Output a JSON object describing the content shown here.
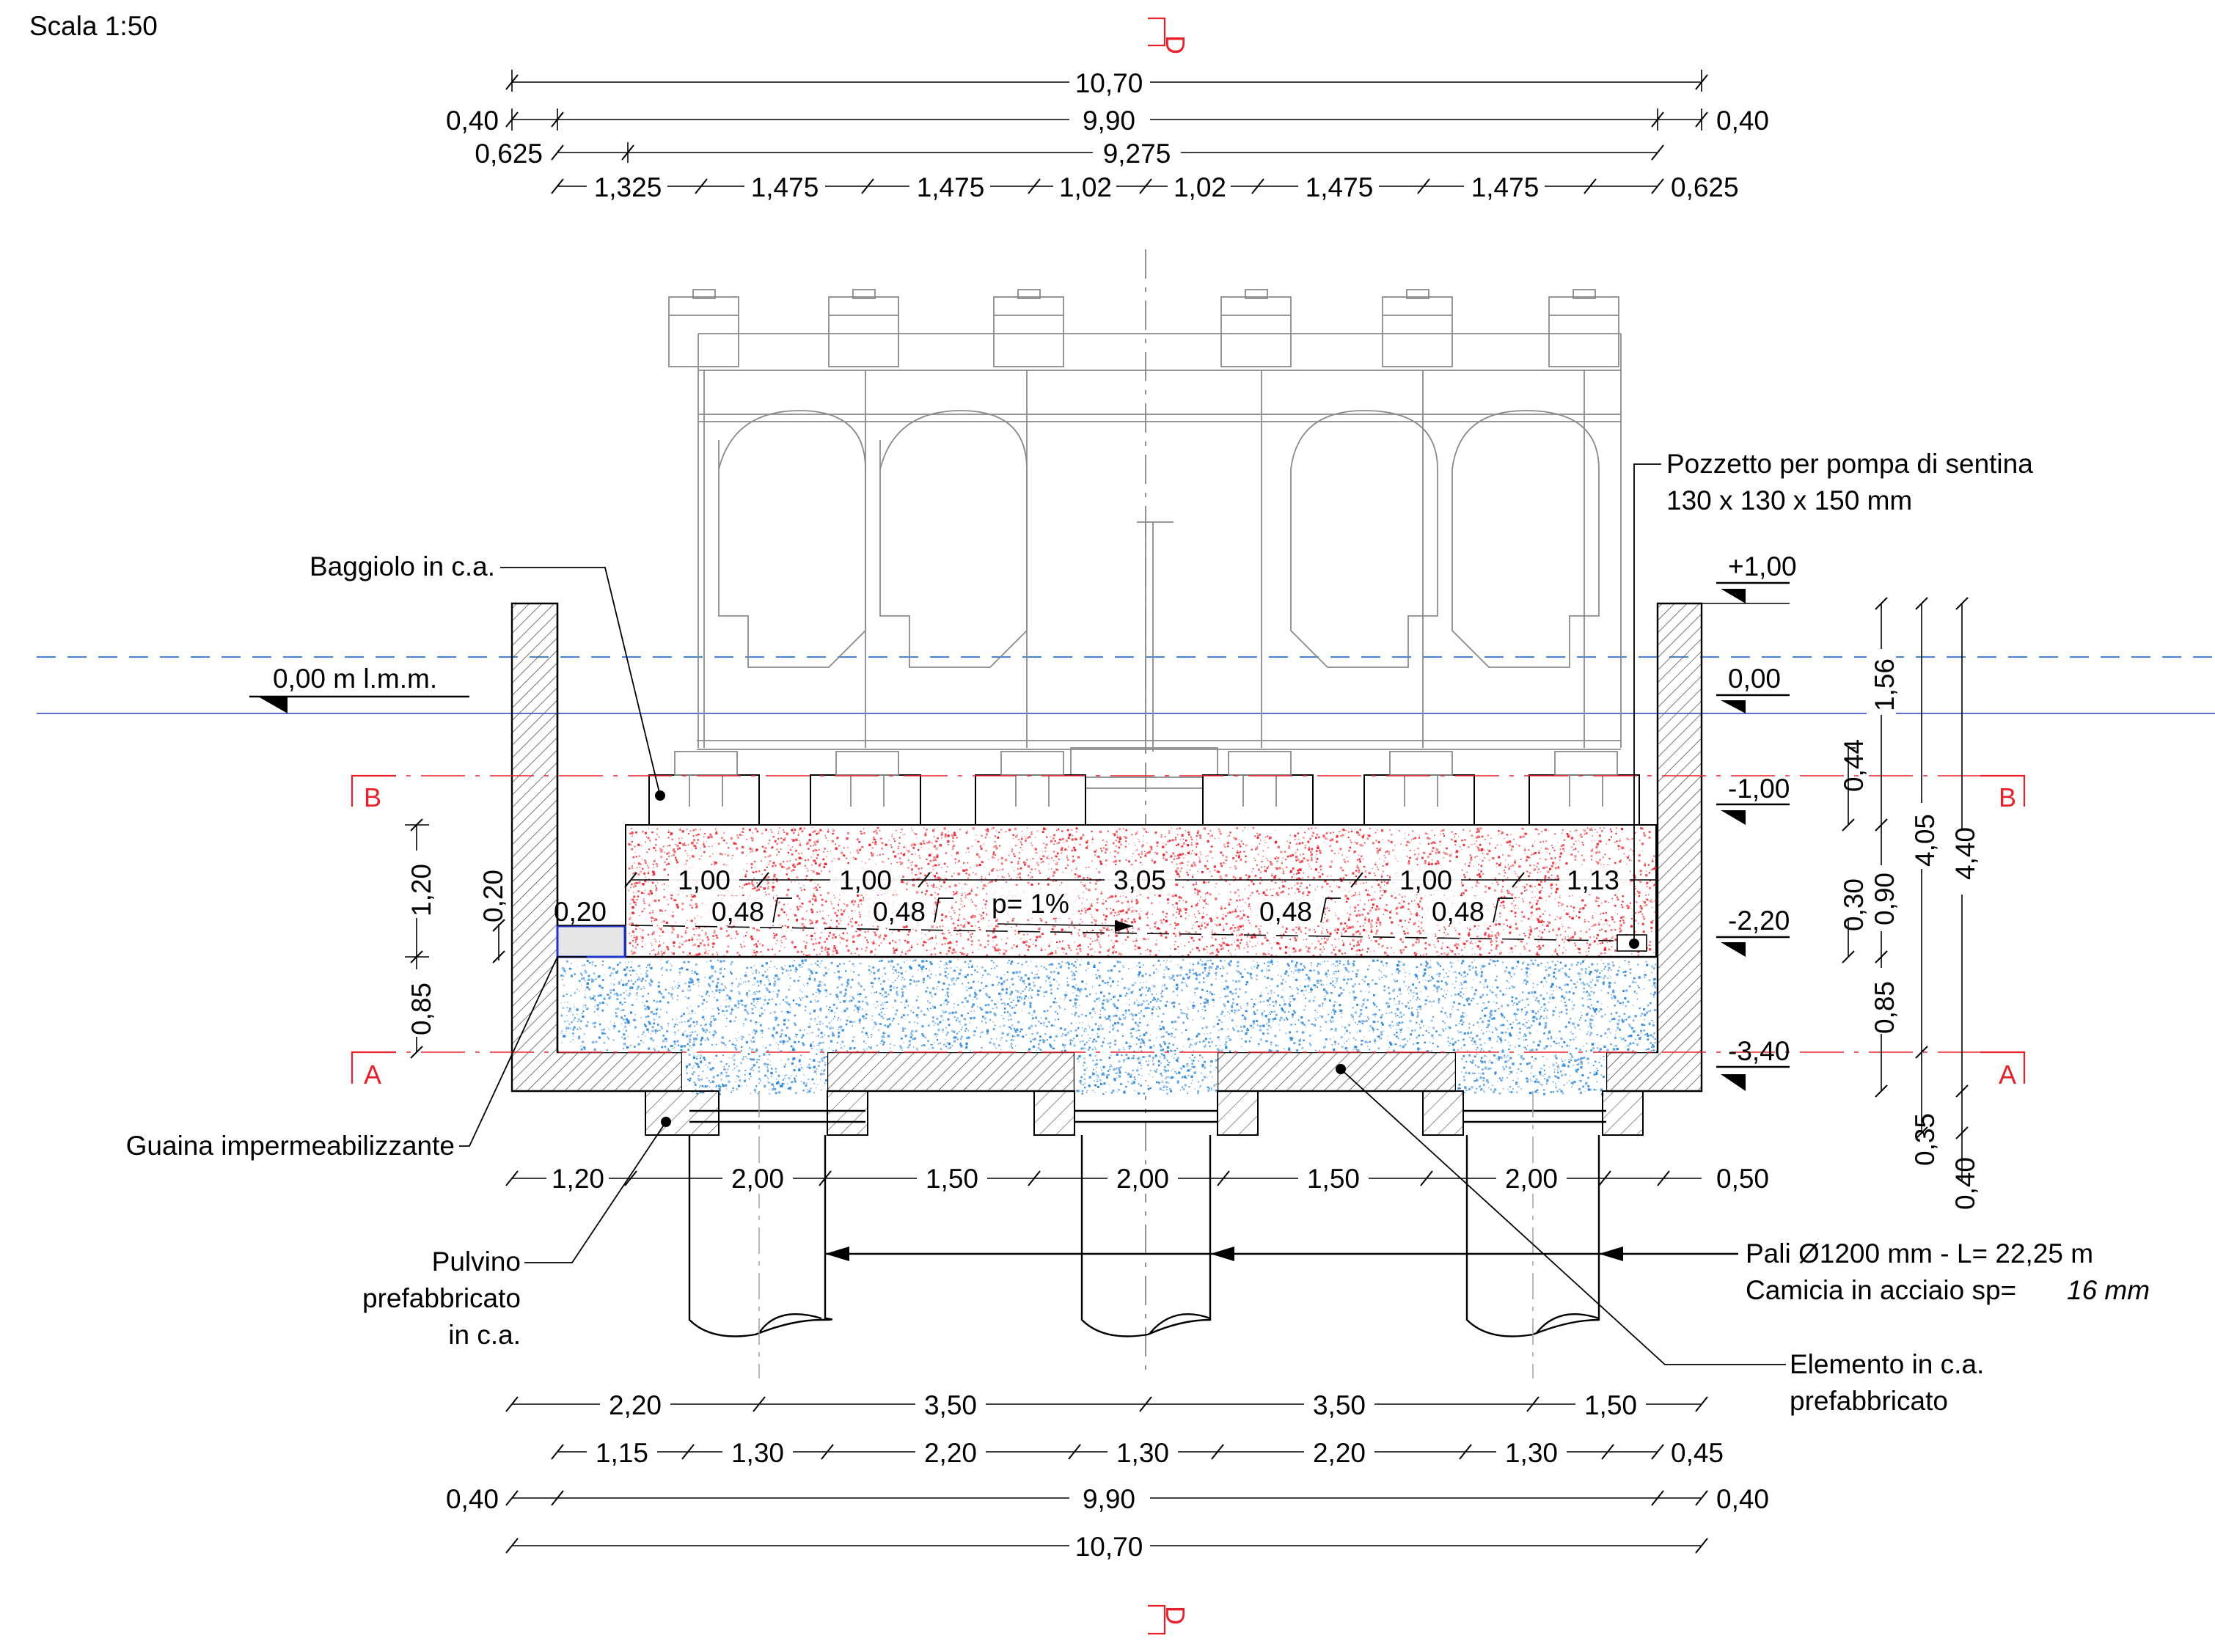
{
  "header": {
    "scale_label": "Scala 1:50"
  },
  "section_marker": "D",
  "section_labels": {
    "b": "B",
    "a": "A"
  },
  "top_dims": {
    "row1": [
      "10,70"
    ],
    "row2": [
      "0,40",
      "9,90",
      "0,40"
    ],
    "row3": [
      "0,625",
      "9,275"
    ],
    "row4": [
      "1,325",
      "1,475",
      "1,475",
      "1,02",
      "1,02",
      "1,475",
      "1,475",
      "0,625"
    ]
  },
  "inner_dims": {
    "top": [
      "1,00",
      "1,00",
      "3,05",
      "1,00",
      "1,13"
    ],
    "bottom": [
      "0,48",
      "0,48",
      "0,48",
      "0,48"
    ],
    "left_small": "0,20",
    "slope": "p= 1%"
  },
  "left_dims": [
    "1,20",
    "0,85",
    "0,20"
  ],
  "levels": [
    "+1,00",
    "0,00",
    "-1,00",
    "-2,20",
    "-3,40"
  ],
  "water_level": "0,00 m l.m.m.",
  "right_dims": {
    "col1": [
      "0,44",
      "0,30",
      "0,85"
    ],
    "col2": [
      "1,56",
      "0,90",
      "0,35"
    ],
    "col3": [
      "4,05"
    ],
    "col4": [
      "4,40",
      "0,40"
    ]
  },
  "pile_dims": [
    "1,20",
    "2,00",
    "1,50",
    "2,00",
    "1,50",
    "2,00",
    "0,50"
  ],
  "bottom_dims": {
    "row1": [
      "2,20",
      "3,50",
      "3,50",
      "1,50"
    ],
    "row2": [
      "1,15",
      "1,30",
      "2,20",
      "1,30",
      "2,20",
      "1,30",
      "0,45"
    ],
    "row3": [
      "0,40",
      "9,90",
      "0,40"
    ],
    "row4": [
      "10,70"
    ]
  },
  "labels": {
    "baggiolo": "Baggiolo in c.a.",
    "pozzetto_1": "Pozzetto per pompa di sentina",
    "pozzetto_2": "130 x 130 x 150 mm",
    "guaina": "Guaina impermeabilizzante",
    "pulvino_1": "Pulvino",
    "pulvino_2": "prefabbricato",
    "pulvino_3": "in c.a.",
    "pali_1": "Pali Ø1200 mm - L= 22,25 m",
    "pali_2": "Camicia in acciaio sp=",
    "pali_3": "16 mm",
    "elemento_1": "Elemento in c.a.",
    "elemento_2": "prefabbricato"
  },
  "colors": {
    "section_red": "#e8202a",
    "water_blue": "#2a73d0",
    "fill_red": "#e8202a",
    "fill_blue": "#2a85d8"
  }
}
